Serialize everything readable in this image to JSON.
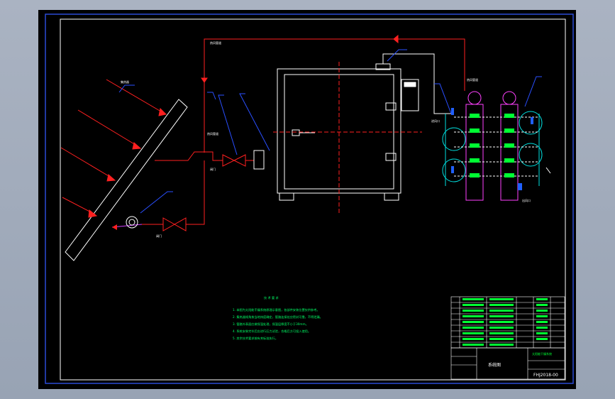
{
  "drawing": {
    "notes_title": "技 术 要 求",
    "notes": [
      "1. 本图为太阳能干燥系统原理示意图，各部件安装位置仅供参考。",
      "2. 集热器倾角按当地纬度确定，管路连接处应密封可靠，不得泄漏。",
      "3. 管路外表面应做保温处理，保温层厚度不小于30mm。",
      "4. 系统安装完毕后应进行压力试验，合格后方可投入使用。",
      "5. 其余技术要求按有关标准执行。"
    ],
    "labels": {
      "pipe_top": "热风管道",
      "pipe_right": "热风管道",
      "pipe_left": "热风管道",
      "valve_upper": "阀门",
      "valve_lower": "阀门",
      "inlet_right": "进风口",
      "outlet_bottom": "出风口",
      "collector": "集热器"
    },
    "title_block": {
      "drawing_name": "系统图",
      "drawing_number": "FHJ2018-00",
      "company": "太阳能干燥系统"
    }
  }
}
